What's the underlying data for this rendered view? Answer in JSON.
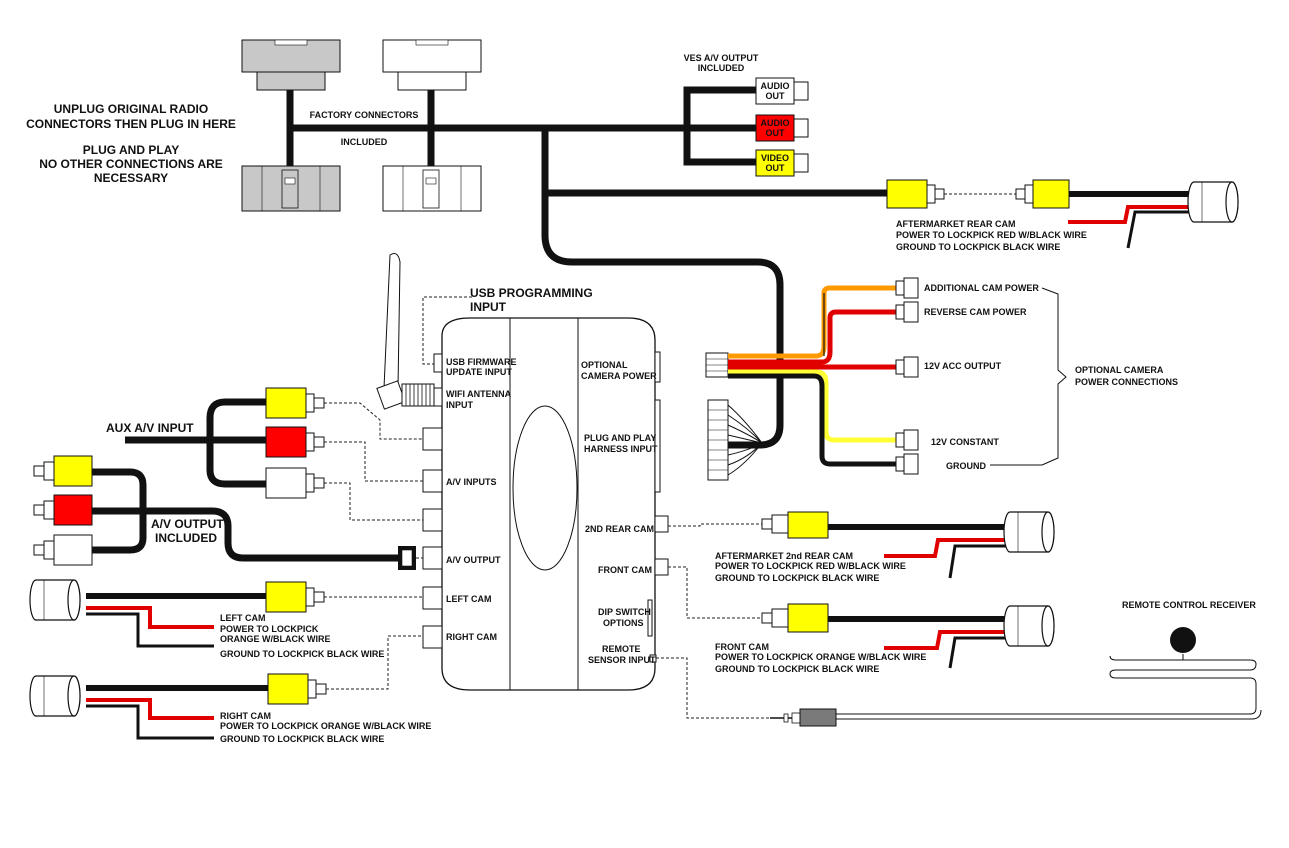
{
  "labels": {
    "unplug_1": "UNPLUG ORIGINAL RADIO",
    "unplug_2": "CONNECTORS THEN PLUG IN HERE",
    "plug_1": "PLUG AND PLAY",
    "plug_2": "NO OTHER CONNECTIONS ARE",
    "plug_3": "NECESSARY",
    "factory_connectors": "FACTORY CONNECTORS",
    "included": "INCLUDED",
    "ves_av_output_1": "VES A/V OUTPUT",
    "ves_av_output_2": "INCLUDED",
    "audio_out_1": "AUDIO",
    "audio_out_2": "OUT",
    "video_out_1": "VIDEO",
    "video_out_2": "OUT",
    "rear_cam_1": "AFTERMARKET REAR CAM",
    "rear_cam_2": "POWER TO LOCKPICK RED W/BLACK WIRE",
    "rear_cam_3": "GROUND TO LOCKPICK BLACK WIRE",
    "usb_prog_1": "USB PROGRAMMING",
    "usb_prog_2": "INPUT",
    "usb_fw_1": "USB FIRMWARE",
    "usb_fw_2": "UPDATE INPUT",
    "wifi_1": "WIFI ANTENNA",
    "wifi_2": "INPUT",
    "av_inputs": "A/V INPUTS",
    "av_output": "A/V OUTPUT",
    "left_cam_port": "LEFT CAM",
    "right_cam_port": "RIGHT CAM",
    "opt_cam_power_1": "OPTIONAL",
    "opt_cam_power_2": "CAMERA POWER",
    "pnp_harness_1": "PLUG AND PLAY",
    "pnp_harness_2": "HARNESS INPUT",
    "second_rear_cam_port": "2ND REAR CAM",
    "front_cam_port": "FRONT CAM",
    "dip_1": "DIP SWITCH",
    "dip_2": "OPTIONS",
    "remote_1": "REMOTE",
    "remote_2": "SENSOR INPUT",
    "aux_av_input": "AUX A/V INPUT",
    "av_output_included_1": "A/V OUTPUT",
    "av_output_included_2": "INCLUDED",
    "additional_cam_power": "ADDITIONAL CAM POWER",
    "reverse_cam_power": "REVERSE CAM POWER",
    "acc_output": "12V ACC OUTPUT",
    "constant_12v": "12V CONSTANT",
    "ground": "GROUND",
    "opt_cam_conn_1": "OPTIONAL CAMERA",
    "opt_cam_conn_2": "POWER CONNECTIONS",
    "second_rear_1": "AFTERMARKET 2nd REAR CAM",
    "second_rear_2": "POWER TO LOCKPICK RED W/BLACK WIRE",
    "second_rear_3": "GROUND TO LOCKPICK BLACK WIRE",
    "front_cam_1": "FRONT CAM",
    "front_cam_2": "POWER TO LOCKPICK ORANGE W/BLACK WIRE",
    "front_cam_3": "GROUND TO LOCKPICK BLACK WIRE",
    "left_cam_1": "LEFT CAM",
    "left_cam_2": "POWER TO LOCKPICK",
    "left_cam_3": "ORANGE W/BLACK WIRE",
    "left_cam_4": "GROUND TO LOCKPICK BLACK WIRE",
    "right_cam_1": "RIGHT CAM",
    "right_cam_2": "POWER TO LOCKPICK ORANGE W/BLACK WIRE",
    "right_cam_3": "GROUND TO LOCKPICK BLACK WIRE",
    "remote_receiver": "REMOTE CONTROL RECEIVER"
  },
  "colors": {
    "wire": "#111111",
    "rca_yellow": "#ffff00",
    "rca_red": "#ff0000",
    "rca_white": "#ffffff",
    "power_red": "#e00000",
    "power_orange": "#ff9900",
    "constant_yellow": "#ffff33",
    "connector_gray": "#c8c8c8",
    "plug_gray": "#7a7a7a"
  },
  "icons": {
    "wifi_antenna": "antenna-icon",
    "camera": "camera-icon",
    "remote_receiver": "ir-receiver-icon"
  }
}
